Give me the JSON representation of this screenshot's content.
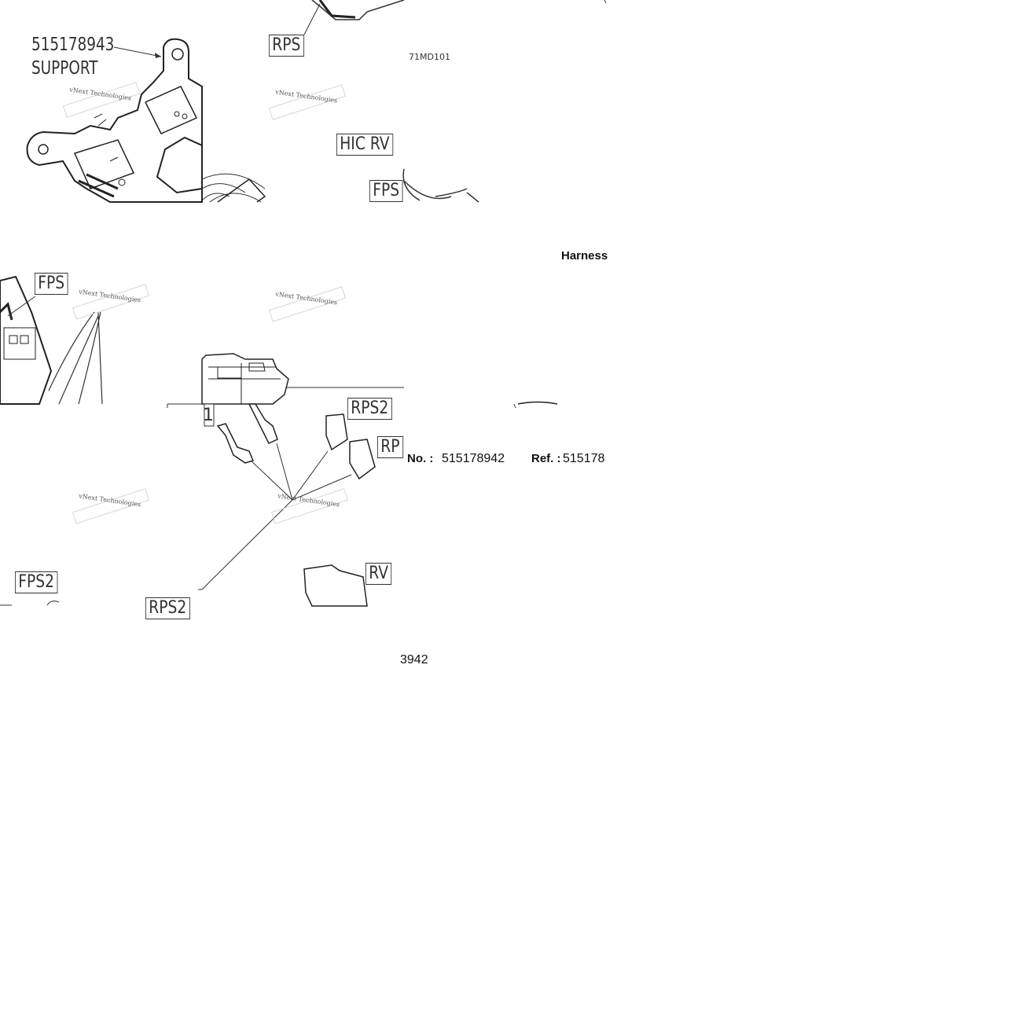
{
  "part_label": {
    "number": "515178943",
    "name": "SUPPORT"
  },
  "drawing_code": "71MD101",
  "connector_labels": {
    "rps_top": "RPS",
    "hic_rv": "HIC RV",
    "fps_top_right": "FPS",
    "fps_left": "FPS",
    "rps2": "RPS2",
    "rp_right": "RP",
    "rv": "RV",
    "fps2": "FPS2",
    "rps2_bottom": "RPS2",
    "one_partial": "1"
  },
  "watermark_text": "vNext Technologies",
  "header": {
    "title": "Harness"
  },
  "info_row": {
    "no_label": "No. :",
    "no_value": "515178942",
    "ref_label": "Ref. :",
    "ref_value": "515178"
  },
  "fragment_text": "3942"
}
